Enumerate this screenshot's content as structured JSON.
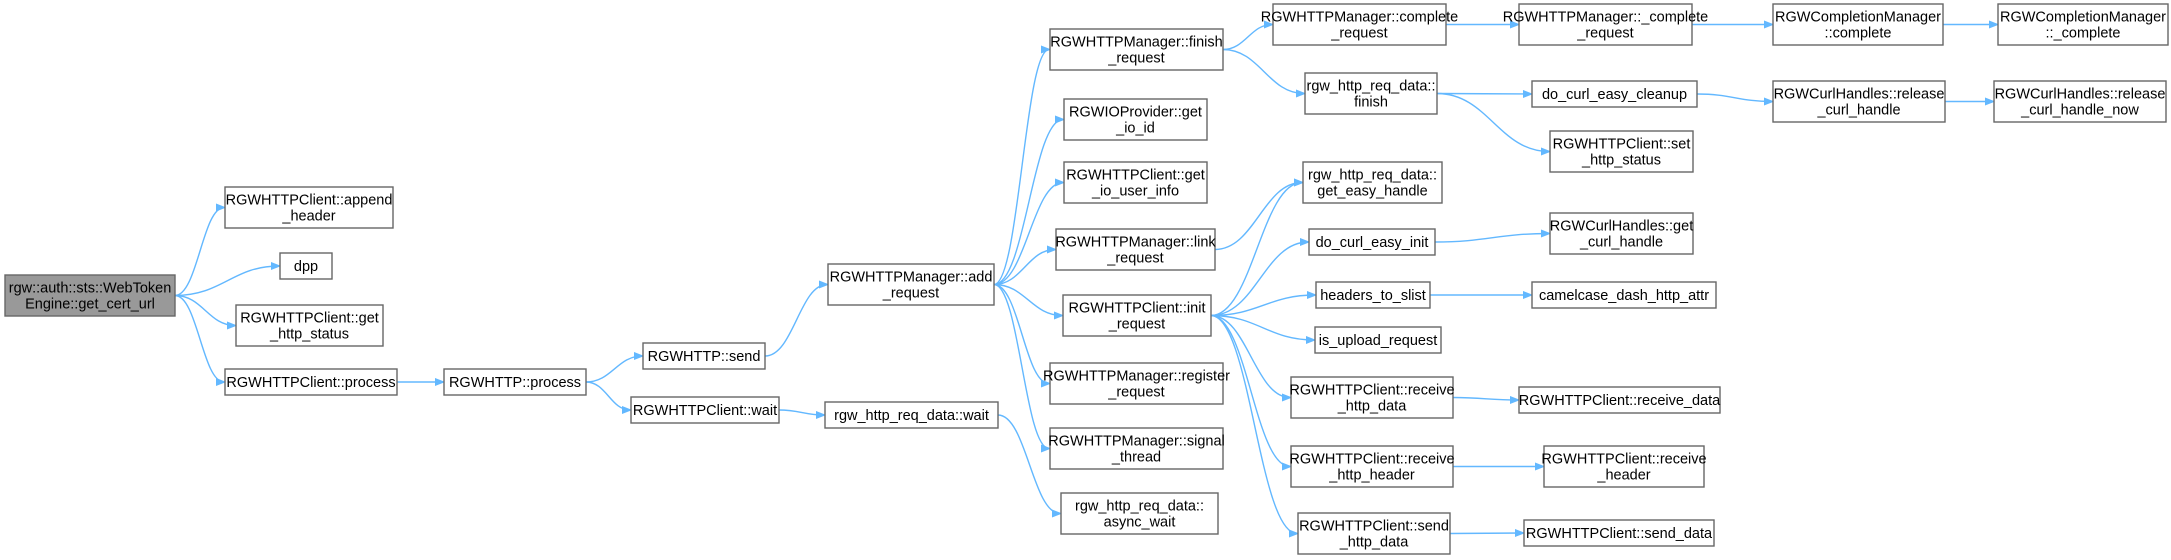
{
  "diagram": {
    "type": "call-graph",
    "colors": {
      "edge": "#63b8ff",
      "node_border": "#666666",
      "node_fill": "#ffffff",
      "root_fill": "#999999"
    },
    "nodes": [
      {
        "id": "root",
        "lines": [
          "rgw::auth::sts::WebToken",
          "Engine::get_cert_url"
        ],
        "root": true
      },
      {
        "id": "append_header",
        "lines": [
          "RGWHTTPClient::append",
          "_header"
        ]
      },
      {
        "id": "dpp",
        "lines": [
          "dpp"
        ]
      },
      {
        "id": "get_http_status",
        "lines": [
          "RGWHTTPClient::get",
          "_http_status"
        ]
      },
      {
        "id": "client_process",
        "lines": [
          "RGWHTTPClient::process"
        ]
      },
      {
        "id": "http_process",
        "lines": [
          "RGWHTTP::process"
        ]
      },
      {
        "id": "http_send",
        "lines": [
          "RGWHTTP::send"
        ]
      },
      {
        "id": "client_wait",
        "lines": [
          "RGWHTTPClient::wait"
        ]
      },
      {
        "id": "req_wait",
        "lines": [
          "rgw_http_req_data::wait"
        ]
      },
      {
        "id": "add_request",
        "lines": [
          "RGWHTTPManager::add",
          "_request"
        ]
      },
      {
        "id": "async_wait",
        "lines": [
          "rgw_http_req_data::",
          "async_wait"
        ]
      },
      {
        "id": "finish_request",
        "lines": [
          "RGWHTTPManager::finish",
          "_request"
        ]
      },
      {
        "id": "get_io_id",
        "lines": [
          "RGWIOProvider::get",
          "_io_id"
        ]
      },
      {
        "id": "get_io_user_info",
        "lines": [
          "RGWHTTPClient::get",
          "_io_user_info"
        ]
      },
      {
        "id": "link_request",
        "lines": [
          "RGWHTTPManager::link",
          "_request"
        ]
      },
      {
        "id": "init_request",
        "lines": [
          "RGWHTTPClient::init",
          "_request"
        ]
      },
      {
        "id": "register_request",
        "lines": [
          "RGWHTTPManager::register",
          "_request"
        ]
      },
      {
        "id": "signal_thread",
        "lines": [
          "RGWHTTPManager::signal",
          "_thread"
        ]
      },
      {
        "id": "complete_request",
        "lines": [
          "RGWHTTPManager::complete",
          "_request"
        ]
      },
      {
        "id": "req_finish",
        "lines": [
          "rgw_http_req_data::",
          "finish"
        ]
      },
      {
        "id": "get_easy_handle",
        "lines": [
          "rgw_http_req_data::",
          "get_easy_handle"
        ]
      },
      {
        "id": "curl_init",
        "lines": [
          "do_curl_easy_init"
        ]
      },
      {
        "id": "headers_to_slist",
        "lines": [
          "headers_to_slist"
        ]
      },
      {
        "id": "is_upload",
        "lines": [
          "is_upload_request"
        ]
      },
      {
        "id": "recv_http_data",
        "lines": [
          "RGWHTTPClient::receive",
          "_http_data"
        ]
      },
      {
        "id": "recv_http_header",
        "lines": [
          "RGWHTTPClient::receive",
          "_http_header"
        ]
      },
      {
        "id": "send_http_data",
        "lines": [
          "RGWHTTPClient::send",
          "_http_data"
        ]
      },
      {
        "id": "mgr_complete_request",
        "lines": [
          "RGWHTTPManager::_complete",
          "_request"
        ]
      },
      {
        "id": "curl_cleanup",
        "lines": [
          "do_curl_easy_cleanup"
        ]
      },
      {
        "id": "set_http_status",
        "lines": [
          "RGWHTTPClient::set",
          "_http_status"
        ]
      },
      {
        "id": "get_curl_handle",
        "lines": [
          "RGWCurlHandles::get",
          "_curl_handle"
        ]
      },
      {
        "id": "camelcase",
        "lines": [
          "camelcase_dash_http_attr"
        ]
      },
      {
        "id": "receive_data",
        "lines": [
          "RGWHTTPClient::receive_data"
        ]
      },
      {
        "id": "receive_header",
        "lines": [
          "RGWHTTPClient::receive",
          "_header"
        ]
      },
      {
        "id": "send_data",
        "lines": [
          "RGWHTTPClient::send_data"
        ]
      },
      {
        "id": "cm_complete",
        "lines": [
          "RGWCompletionManager",
          "::complete"
        ]
      },
      {
        "id": "release_curl_handle",
        "lines": [
          "RGWCurlHandles::release",
          "_curl_handle"
        ]
      },
      {
        "id": "cm__complete",
        "lines": [
          "RGWCompletionManager",
          "::_complete"
        ]
      },
      {
        "id": "release_curl_handle_now",
        "lines": [
          "RGWCurlHandles::release",
          "_curl_handle_now"
        ]
      }
    ],
    "edges": [
      [
        "root",
        "append_header"
      ],
      [
        "root",
        "dpp"
      ],
      [
        "root",
        "get_http_status"
      ],
      [
        "root",
        "client_process"
      ],
      [
        "client_process",
        "http_process"
      ],
      [
        "http_process",
        "http_send"
      ],
      [
        "http_process",
        "client_wait"
      ],
      [
        "http_send",
        "add_request"
      ],
      [
        "client_wait",
        "req_wait"
      ],
      [
        "req_wait",
        "async_wait"
      ],
      [
        "add_request",
        "finish_request"
      ],
      [
        "add_request",
        "get_io_id"
      ],
      [
        "add_request",
        "get_io_user_info"
      ],
      [
        "add_request",
        "link_request"
      ],
      [
        "add_request",
        "init_request"
      ],
      [
        "add_request",
        "register_request"
      ],
      [
        "add_request",
        "signal_thread"
      ],
      [
        "finish_request",
        "complete_request"
      ],
      [
        "finish_request",
        "req_finish"
      ],
      [
        "link_request",
        "get_easy_handle"
      ],
      [
        "init_request",
        "get_easy_handle"
      ],
      [
        "init_request",
        "curl_init"
      ],
      [
        "init_request",
        "headers_to_slist"
      ],
      [
        "init_request",
        "is_upload"
      ],
      [
        "init_request",
        "recv_http_data"
      ],
      [
        "init_request",
        "recv_http_header"
      ],
      [
        "init_request",
        "send_http_data"
      ],
      [
        "complete_request",
        "mgr_complete_request"
      ],
      [
        "req_finish",
        "curl_cleanup"
      ],
      [
        "req_finish",
        "set_http_status"
      ],
      [
        "curl_init",
        "get_curl_handle"
      ],
      [
        "headers_to_slist",
        "camelcase"
      ],
      [
        "recv_http_data",
        "receive_data"
      ],
      [
        "recv_http_header",
        "receive_header"
      ],
      [
        "send_http_data",
        "send_data"
      ],
      [
        "mgr_complete_request",
        "cm_complete"
      ],
      [
        "curl_cleanup",
        "release_curl_handle"
      ],
      [
        "cm_complete",
        "cm__complete"
      ],
      [
        "release_curl_handle",
        "release_curl_handle_now"
      ]
    ]
  }
}
